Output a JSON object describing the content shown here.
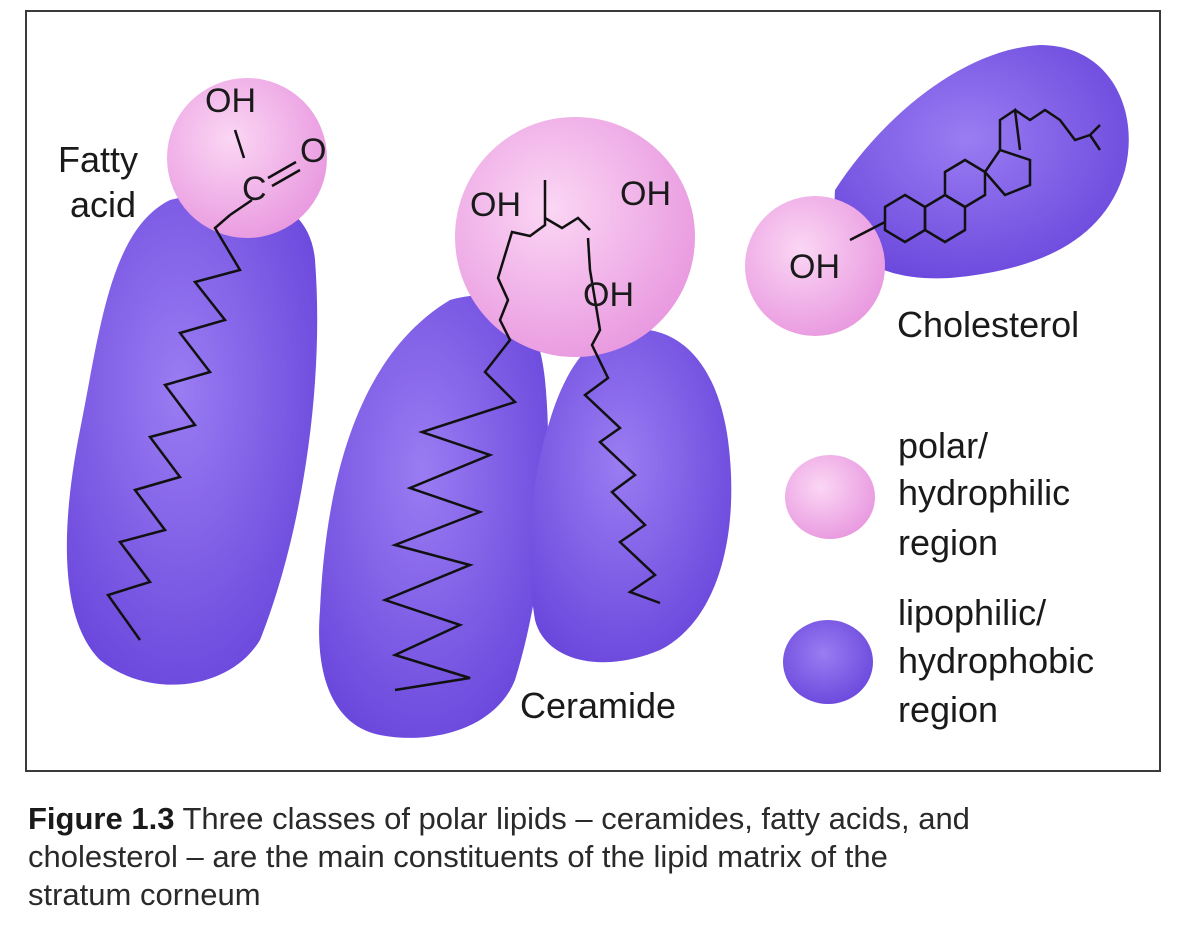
{
  "colors": {
    "polar": "#f2aee8",
    "lipophilic": "#7c5ae6",
    "border": "#3a3a3a"
  },
  "labels": {
    "fatty_acid": [
      "Fatty",
      "acid"
    ],
    "fatty_oh": "OH",
    "fatty_c": "C",
    "fatty_o": "O",
    "ceramide_oh_left": "OH",
    "ceramide_oh_right": "OH",
    "ceramide_oh_bottom": "OH",
    "ceramide": "Ceramide",
    "cholesterol_oh": "OH",
    "cholesterol": "Cholesterol"
  },
  "legend": {
    "polar": [
      "polar/",
      "hydrophilic",
      "region"
    ],
    "lipophilic": [
      "lipophilic/",
      "hydrophobic",
      "region"
    ]
  },
  "caption": {
    "figure_label": "Figure 1.3",
    "lines": [
      "Three classes of polar lipids – ceramides, fatty acids, and",
      "cholesterol – are the main constituents of the lipid matrix of the",
      "stratum corneum"
    ]
  }
}
